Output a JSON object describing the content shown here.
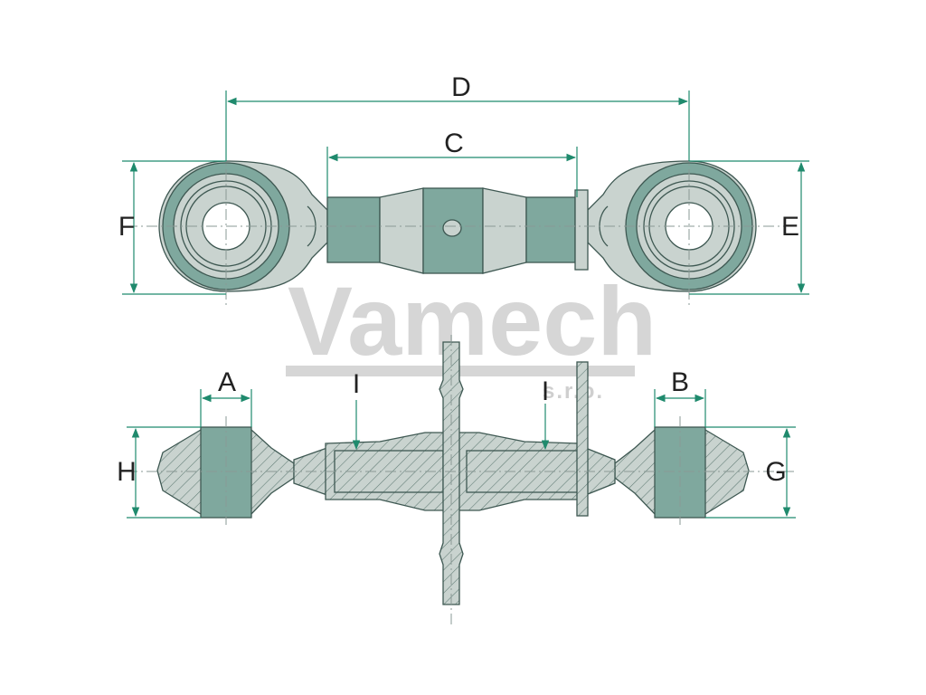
{
  "colors": {
    "teal_fill": "#7fa89e",
    "grey_fill": "#c9d3cf",
    "outline": "#3e5852",
    "dimension_line": "#1f8a6d",
    "center_line": "#8a9a96",
    "watermark": "#d6d6d6",
    "label_text": "#222222"
  },
  "watermark": {
    "brand": "Vamech",
    "sub": "s.r.o."
  },
  "dimensions": {
    "A": "A",
    "B": "B",
    "C": "C",
    "D": "D",
    "E": "E",
    "F": "F",
    "G": "G",
    "H": "H",
    "I_left": "I",
    "I_right": "I"
  }
}
